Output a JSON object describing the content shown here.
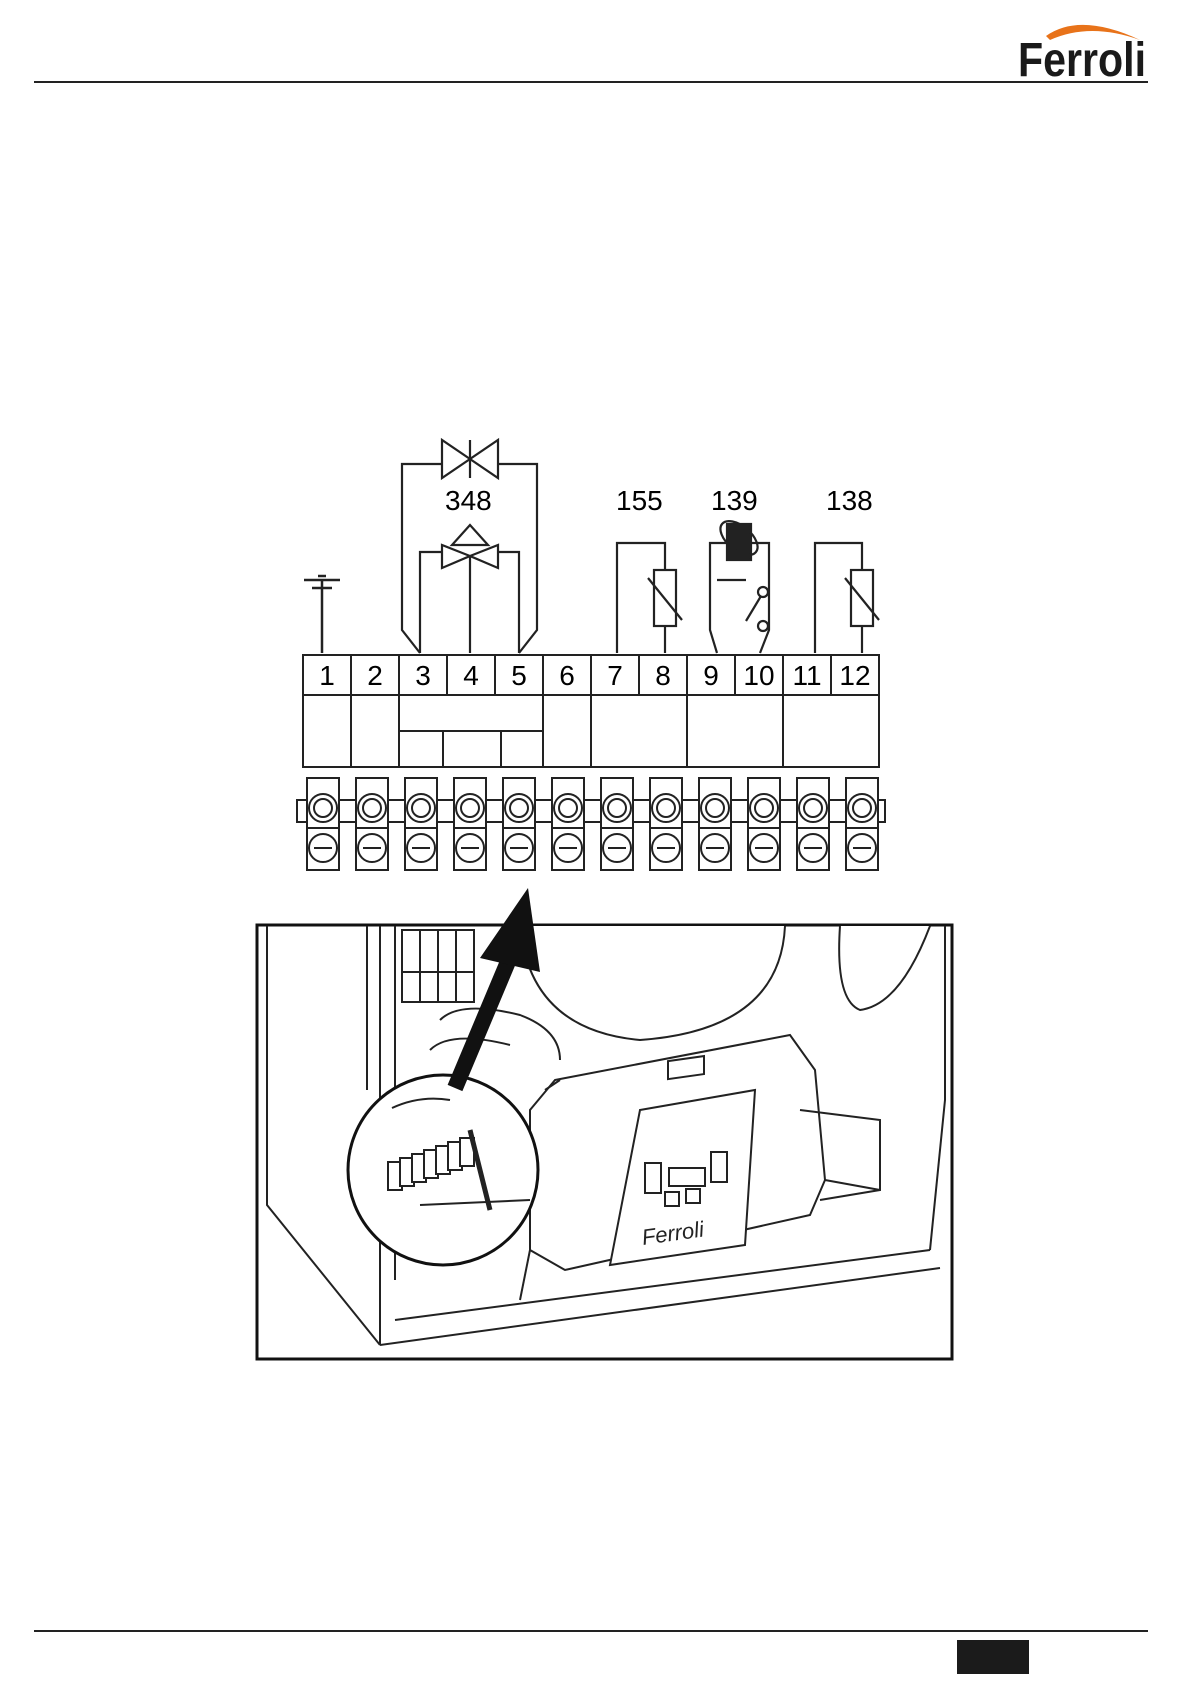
{
  "header": {
    "brand": "Ferroli"
  },
  "diagram": {
    "component_labels": {
      "valve": "348",
      "sensor_a": "155",
      "thermostat": "139",
      "sensor_b": "138"
    },
    "terminals": [
      "1",
      "2",
      "3",
      "4",
      "5",
      "6",
      "7",
      "8",
      "9",
      "10",
      "11",
      "12"
    ]
  },
  "illustration": {
    "panel_brand": "Ferroli"
  },
  "footer": {
    "page_box_color": "#1b1b1b"
  }
}
